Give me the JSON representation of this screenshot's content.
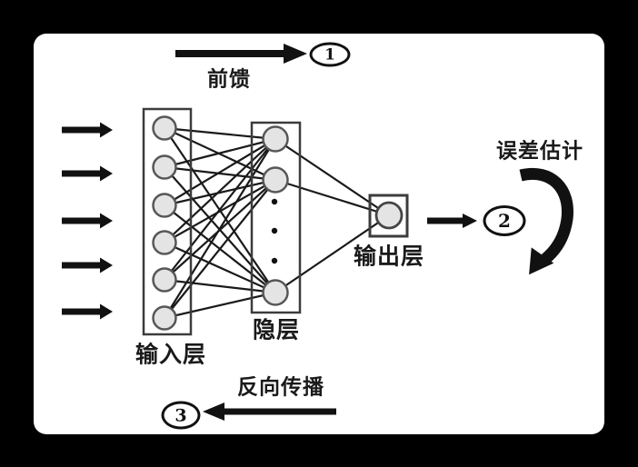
{
  "diagram": {
    "type": "neural-network-backpropagation-flow",
    "labels": {
      "feedforward": "前馈",
      "input_layer": "输入层",
      "hidden_layer": "隐层",
      "output_layer": "输出层",
      "error_estimation": "误差估计",
      "backpropagation": "反向传播"
    },
    "steps": [
      {
        "number": "1",
        "meaning": "前馈"
      },
      {
        "number": "2",
        "meaning": "误差估计"
      },
      {
        "number": "3",
        "meaning": "反向传播"
      }
    ],
    "structure": {
      "input_arrows": 5,
      "input_nodes": 6,
      "hidden_nodes_visible": 3,
      "hidden_ellipsis_dots": 3,
      "output_nodes": 1,
      "input_to_hidden_fully_connected": true,
      "hidden_to_output_fully_connected": true
    },
    "colors": {
      "background": "#000000",
      "panel": "#ffffff",
      "node_fill": "#e4e4e4",
      "node_stroke": "#575757",
      "box_stroke": "#3c3c3c",
      "line": "#1a1a1a",
      "arrow": "#111111"
    }
  }
}
